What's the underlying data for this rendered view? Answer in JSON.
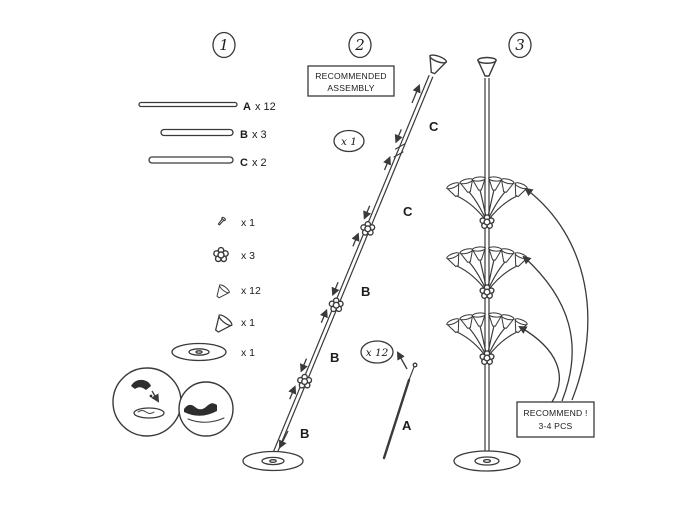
{
  "colors": {
    "background": "#ffffff",
    "ink": "#3a3a3a"
  },
  "steps": [
    "1",
    "2",
    "3"
  ],
  "parts_list": {
    "rods": [
      {
        "name": "A",
        "qty": "x 12"
      },
      {
        "name": "B",
        "qty": "x 3"
      },
      {
        "name": "C",
        "qty": "x 2"
      }
    ],
    "small_parts": [
      {
        "item": "pin",
        "qty": "x 1"
      },
      {
        "item": "flower-connector",
        "qty": "x 3"
      },
      {
        "item": "balloon-cup",
        "qty": "x 12"
      },
      {
        "item": "top-cup",
        "qty": "x 1"
      },
      {
        "item": "base",
        "qty": "x 1"
      }
    ]
  },
  "assembly": {
    "note_line1": "RECOMMENDED",
    "note_line2": "ASSEMBLY",
    "pole_qty": "x 1",
    "segments": [
      "C",
      "C",
      "B",
      "B",
      "B"
    ],
    "stick_label": "A",
    "stick_qty": "x 12"
  },
  "final": {
    "note_line1": "RECOMMEND !",
    "note_line2": "3-4 PCS"
  }
}
